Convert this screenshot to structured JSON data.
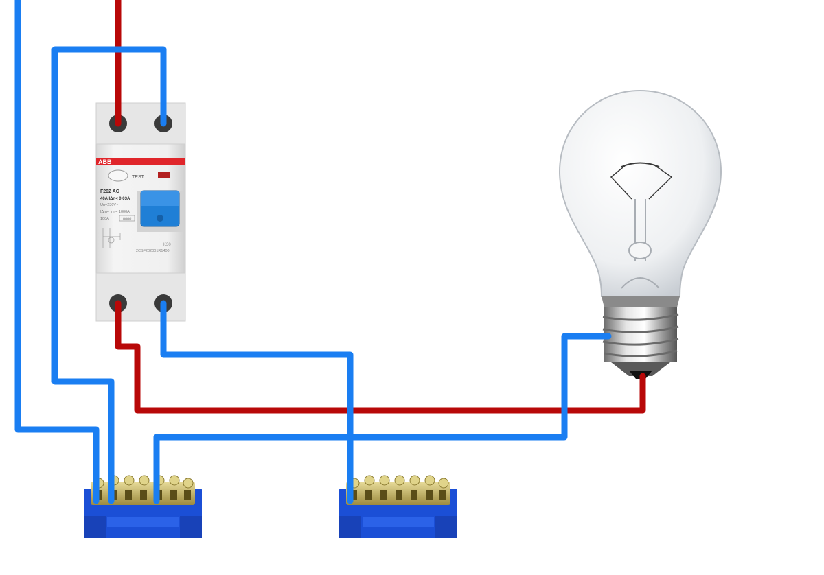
{
  "rcd": {
    "brand": "ABB",
    "test_label": "TEST",
    "model": "F202 AC",
    "rating": "40A  IΔn< 0,03A",
    "voltage": "Un=230V~",
    "breaking": "IΔm= Im = 1000A",
    "short_circuit": "100A",
    "sc_box": "10000",
    "code_short": "K30",
    "code_long": "2CSF202001R1400"
  },
  "colors": {
    "phase_wire": "#b80808",
    "neutral_wire": "#1a7ef2",
    "rcd_red_band": "#e0262b",
    "rcd_body": "#ececec",
    "rcd_lever": "#1f7fd6",
    "busbar_blue": "#1b4fd6",
    "busbar_brass": "#c9b56a"
  },
  "icons": {
    "rcd": "rcd-breaker-icon",
    "lamp": "light-bulb-icon",
    "busbar": "terminal-busbar-icon"
  }
}
